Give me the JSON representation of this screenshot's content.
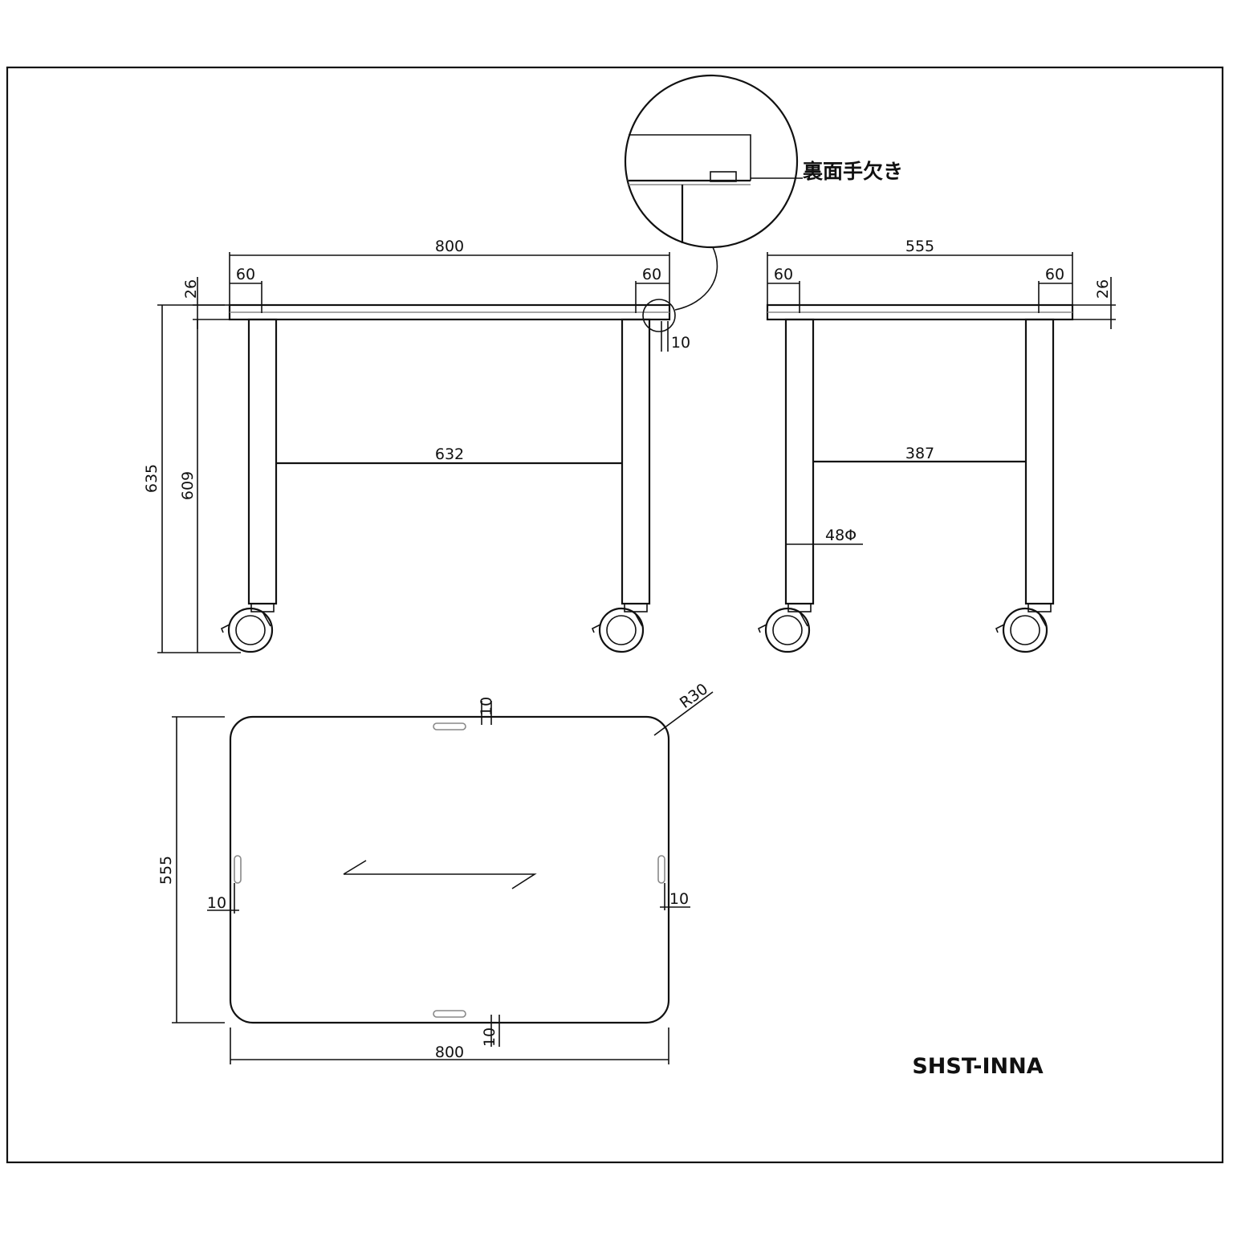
{
  "front_view": {
    "width": "800",
    "edge_left": "60",
    "edge_right": "60",
    "top_thickness": "26",
    "notch_depth": "10",
    "stretcher": "632",
    "total_height": "635",
    "leg_height": "609"
  },
  "side_view": {
    "width": "555",
    "edge_left": "60",
    "edge_right": "60",
    "top_thickness": "26",
    "stretcher": "387",
    "leg_diameter": "48Φ"
  },
  "detail": {
    "label": "裏面手欠き"
  },
  "plan_view": {
    "width": "800",
    "depth": "555",
    "corner_radius": "R30",
    "slot_top": "10",
    "slot_bottom": "10",
    "slot_left": "10",
    "slot_right": "10"
  },
  "model_number": "SHST-INNA"
}
